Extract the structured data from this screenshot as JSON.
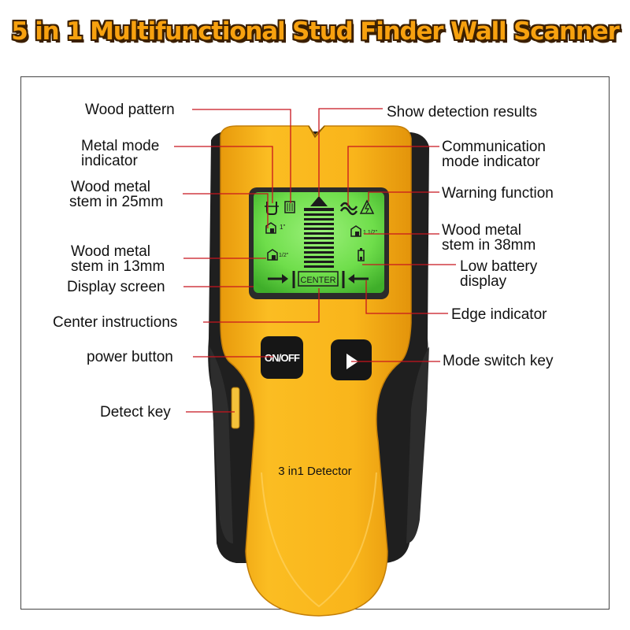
{
  "headline": "5 in 1 Multifunctional Stud Finder Wall Scanner",
  "device": {
    "lcd_center_text": "CENTER",
    "on_off_label": "ON/OFF",
    "mode_key_symbol": "▶",
    "model_text": "3 in1 Detector",
    "lcd_icons": {
      "wood_metal_13mm": "1/2\"",
      "wood_metal_25mm": "1\"",
      "wood_metal_38mm": "1 1/2\""
    }
  },
  "callouts": {
    "wood_pattern": "Wood pattern",
    "metal_mode_1": "Metal mode",
    "metal_mode_2": "indicator",
    "wood_25_1": "Wood metal",
    "wood_25_2": "stem in 25mm",
    "wood_13_1": "Wood metal",
    "wood_13_2": "stem in 13mm",
    "display_screen": "Display screen",
    "center_instructions": "Center instructions",
    "power_button": "power button",
    "detect_key": "Detect key",
    "show_results": "Show detection results",
    "comm_mode_1": "Communication",
    "comm_mode_2": "mode indicator",
    "warning": "Warning function",
    "wood_38_1": "Wood metal",
    "wood_38_2": "stem in 38mm",
    "low_batt_1": "Low battery",
    "low_batt_2": "display",
    "edge_indicator": "Edge indicator",
    "mode_switch": "Mode switch key"
  },
  "colors": {
    "headline": "#f7a10f",
    "body_yellow": "#f8b61a",
    "rubber_black": "#1d1d1d",
    "lcd_green": "#76e252",
    "leader_red": "#c8141e"
  },
  "icons": [
    "magnet-icon",
    "wood-grain-icon",
    "ac-wave-icon",
    "warning-triangle-icon",
    "battery-icon",
    "arrow-right-icon",
    "arrow-left-icon",
    "play-icon"
  ]
}
